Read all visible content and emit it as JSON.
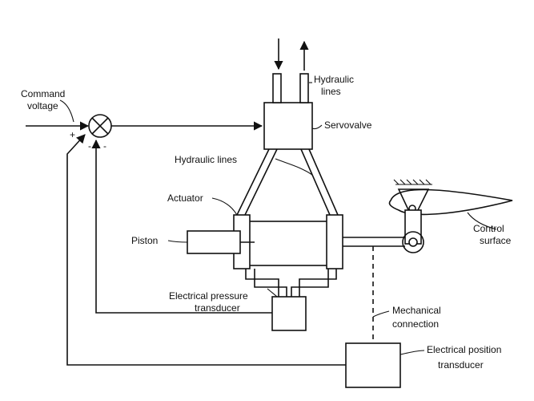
{
  "labels": {
    "command_voltage_line1": "Command",
    "command_voltage_line2": "voltage",
    "plus": "+",
    "minus_feedback_1": "-",
    "minus_feedback_2": "-",
    "hydraulic_lines_top_line1": "Hydraulic",
    "hydraulic_lines_top_line2": "lines",
    "servovalve": "Servovalve",
    "hydraulic_lines_mid": "Hydraulic lines",
    "actuator": "Actuator",
    "piston": "Piston",
    "control_surface_line1": "Control",
    "control_surface_line2": "surface",
    "pressure_transducer_line1": "Electrical pressure",
    "pressure_transducer_line2": "transducer",
    "mechanical_connection_line1": "Mechanical",
    "mechanical_connection_line2": "connection",
    "position_transducer_line1": "Electrical position",
    "position_transducer_line2": "transducer"
  }
}
